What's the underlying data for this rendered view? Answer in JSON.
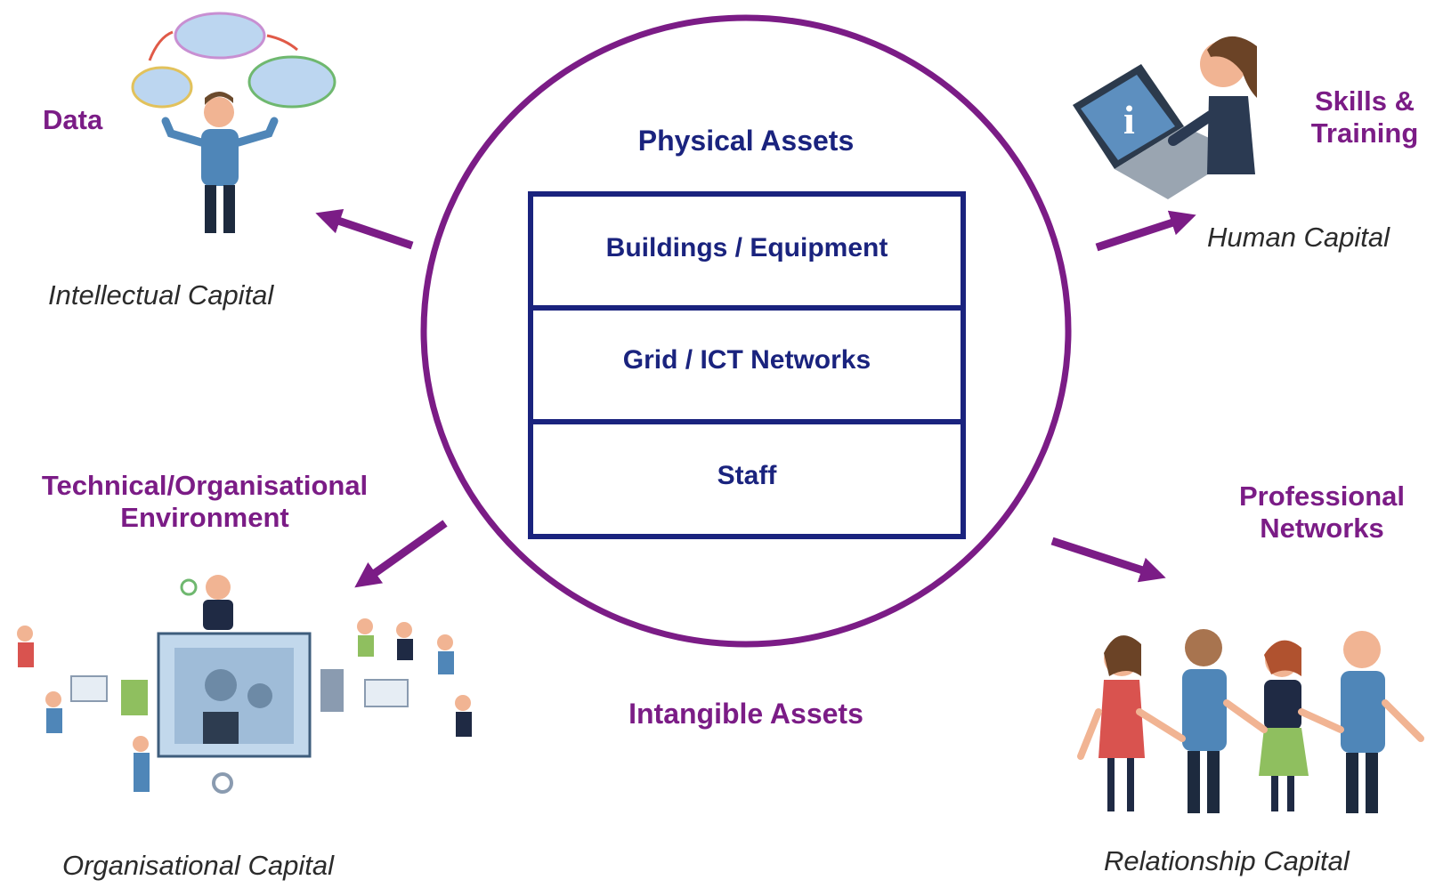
{
  "colors": {
    "accent_purple": "#7b1c86",
    "box_navy": "#1a237e",
    "shirt_blue": "#4f86b8",
    "cloud_blue": "#bcd6f0"
  },
  "center": {
    "top_label": "Physical Assets",
    "rows": [
      "Buildings / Equipment",
      "Grid / ICT Networks",
      "Staff"
    ],
    "bottom_label": "Intangible Assets"
  },
  "top_left": {
    "heading": "Data",
    "caption": "Intellectual Capital",
    "icon": "juggling-person-with-clouds-icon"
  },
  "top_right": {
    "heading_line1": "Skills &",
    "heading_line2": "Training",
    "caption": "Human Capital",
    "icon": "person-at-laptop-icon"
  },
  "bottom_left": {
    "heading_line1": "Technical/Organisational",
    "heading_line2": "Environment",
    "caption": "Organisational Capital",
    "icon": "organisation-machine-icon"
  },
  "bottom_right": {
    "heading_line1": "Professional",
    "heading_line2": "Networks",
    "caption": "Relationship Capital",
    "icon": "people-holding-hands-icon"
  }
}
